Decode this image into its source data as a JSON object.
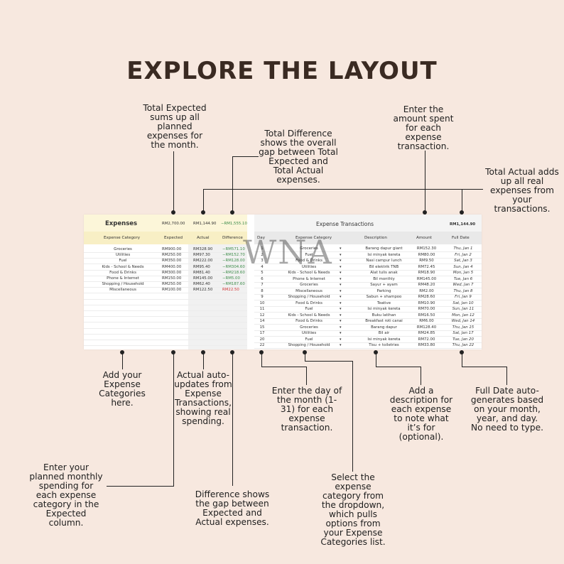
{
  "title": "EXPLORE THE LAYOUT",
  "annotations": {
    "total_expected": "Total Expected sums up all planned expenses for the month.",
    "total_difference": "Total Difference shows the overall gap between Total Expected and Total Actual expenses.",
    "amount_spent": "Enter the amount spent for each expense transaction.",
    "total_actual": "Total Actual adds up all real expenses from your transactions.",
    "add_categories": "Add your Expense Categories here.",
    "actual_auto": "Actual auto-updates from Expense Transactions, showing real spending.",
    "day_entry": "Enter the day of the month (1-31) for each expense transaction.",
    "description": "Add a description for each expense to note what it’s for (optional).",
    "full_date": "Full Date auto-generates based on your month, year, and day. No need to type.",
    "planned": "Enter your planned monthly spending for each expense category in the Expected column.",
    "difference": "Difference shows the gap between Expected and Actual expenses.",
    "select_category": "Select the expense category from the dropdown, which pulls options from your Expense Categories list."
  },
  "watermark": "WNA",
  "expenses": {
    "title": "Expenses",
    "total_expected": "RM2,700.00",
    "total_actual": "RM1,144.90",
    "total_difference": "−RM1,555.10",
    "headers": [
      "Expense Category",
      "Expected",
      "Actual",
      "Difference"
    ],
    "rows": [
      [
        "Groceries",
        "RM900.00",
        "RM328.90",
        "−RM571.10"
      ],
      [
        "Utilities",
        "RM250.00",
        "RM97.30",
        "−RM152.70"
      ],
      [
        "Fuel",
        "RM350.00",
        "RM222.00",
        "−RM128.00"
      ],
      [
        "Kids - School & Needs",
        "RM400.00",
        "RM95.40",
        "−RM304.60"
      ],
      [
        "Food & Drinks",
        "RM300.00",
        "RM81.40",
        "−RM218.60"
      ],
      [
        "Phone & Internet",
        "RM150.00",
        "RM145.00",
        "−RM5.00"
      ],
      [
        "Shopping / Household",
        "RM250.00",
        "RM62.40",
        "−RM187.60"
      ],
      [
        "Miscellaneous",
        "RM100.00",
        "RM122.50",
        "RM22.50"
      ]
    ]
  },
  "transactions": {
    "title": "Expense Transactions",
    "total": "RM1,144.90",
    "headers": [
      "Day",
      "Expense Category",
      "Description",
      "Amount",
      "Full Date"
    ],
    "rows": [
      [
        "1",
        "Groceries",
        "Barang dapur giant",
        "RM152.30",
        "Thu, Jan 1"
      ],
      [
        "2",
        "Fuel",
        "Isi minyak kereta",
        "RM80.00",
        "Fri, Jan 2"
      ],
      [
        "3",
        "Food & Drinks",
        "Nasi campur lunch",
        "RM9.50",
        "Sat, Jan 3"
      ],
      [
        "4",
        "Utilities",
        "Bil elektrik TNB",
        "RM72.45",
        "Sun, Jan 4"
      ],
      [
        "5",
        "Kids - School & Needs",
        "Alat tulis anak",
        "RM18.90",
        "Mon, Jan 5"
      ],
      [
        "6",
        "Phone & Internet",
        "Bil monthly",
        "RM145.00",
        "Tue, Jan 6"
      ],
      [
        "7",
        "Groceries",
        "Sayur + ayam",
        "RM48.20",
        "Wed, Jan 7"
      ],
      [
        "8",
        "Miscellaneous",
        "Parking",
        "RM2.00",
        "Thu, Jan 8"
      ],
      [
        "9",
        "Shopping / Household",
        "Sabun + shampoo",
        "RM28.60",
        "Fri, Jan 9"
      ],
      [
        "10",
        "Food & Drinks",
        "Teative",
        "RM10.90",
        "Sat, Jan 10"
      ],
      [
        "11",
        "Fuel",
        "Isi minyak kereta",
        "RM70.00",
        "Sun, Jan 11"
      ],
      [
        "12",
        "Kids - School & Needs",
        "Buku latihan",
        "RM16.50",
        "Mon, Jan 12"
      ],
      [
        "14",
        "Food & Drinks",
        "Breakfast roti canai",
        "RM6.00",
        "Wed, Jan 14"
      ],
      [
        "15",
        "Groceries",
        "Barang dapur",
        "RM128.40",
        "Thu, Jan 15"
      ],
      [
        "17",
        "Utilities",
        "Bil air",
        "RM24.85",
        "Sat, Jan 17"
      ],
      [
        "20",
        "Fuel",
        "Isi minyak kereta",
        "RM72.00",
        "Tue, Jan 20"
      ],
      [
        "22",
        "Shopping / Household",
        "Tisu + toiletries",
        "RM33.80",
        "Thu, Jan 22"
      ]
    ]
  }
}
